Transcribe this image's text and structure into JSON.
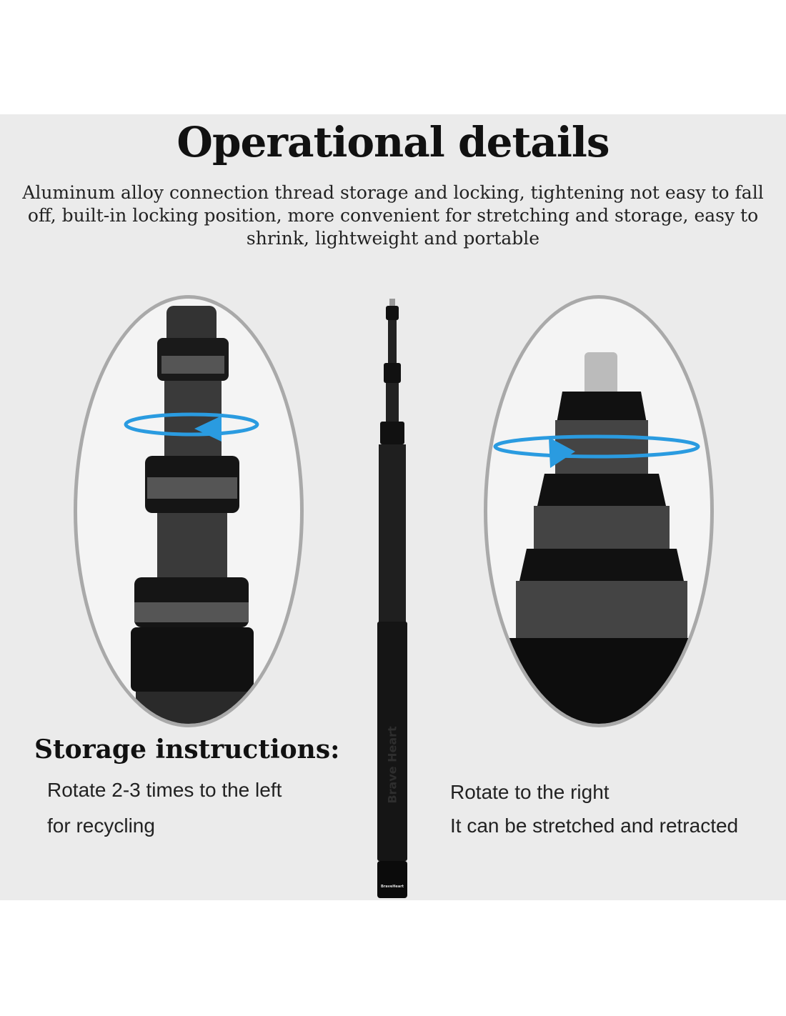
{
  "title": "Operational details",
  "description": "Aluminum alloy connection thread storage and locking, tightening not easy to fall off, built-in locking position, more convenient for stretching and storage, easy to shrink, lightweight and portable",
  "storage_heading": "Storage instructions:",
  "left_text": [
    "Rotate 2-3 times to the left",
    "for recycling"
  ],
  "right_text": [
    "Rotate to the right",
    "It can be stretched and retracted"
  ],
  "pole_brand": "Brave Heart",
  "pole_cap_brand": "BraveHeart",
  "colors": {
    "accent_blue": "#2a9be0",
    "panel": "#ebebeb",
    "oval_border": "#a9a9a9"
  }
}
